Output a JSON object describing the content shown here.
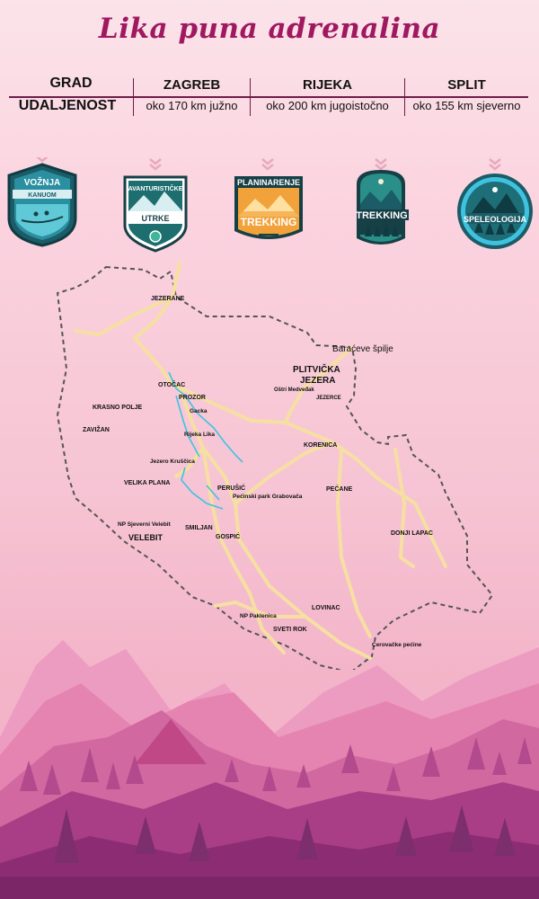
{
  "title": "Lika puna adrenalina",
  "distances": {
    "grad_label": "GRAD",
    "udaljenost_label": "UDALJENOST",
    "cities": [
      {
        "name": "ZAGREB",
        "distance": "oko 170 km južno"
      },
      {
        "name": "RIJEKA",
        "distance": "oko 200 km jugoistočno"
      },
      {
        "name": "SPLIT",
        "distance": "oko 155 km sjeverno"
      }
    ]
  },
  "activities": [
    {
      "line1": "VOŽNJA",
      "line2": "KANUOM",
      "icon": "canoe-icon"
    },
    {
      "line1": "AVANTURISTIČKE",
      "line2": "UTRKE",
      "icon": "compass-icon"
    },
    {
      "line1": "PLANINARENJE",
      "line2": "TREKKING",
      "icon": "mountain-icon"
    },
    {
      "line1": "TREKKING",
      "line2": "",
      "icon": "hiker-icon"
    },
    {
      "line1": "SPELEOLOGIJA",
      "line2": "",
      "icon": "cave-icon"
    }
  ],
  "colors": {
    "title": "#a0185f",
    "road": "#f6dfa2",
    "river": "#3fc2e0",
    "border": "#555555",
    "badge_teal": "#1b5c67",
    "badge_orange": "#f2a23a"
  },
  "map": {
    "places": [
      "JEZERANE",
      "Baraćeve špilje",
      "PLITVIČKA",
      "JEZERA",
      "Oštri Medveđak",
      "JEZERCE",
      "OTOČAC",
      "PROZOR",
      "KRASNO POLJE",
      "Gacka",
      "ZAVIŽAN",
      "Rijeka Lika",
      "KORENICA",
      "Jezero Kruščica",
      "VELIKA PLANA",
      "PERUŠIĆ",
      "Pećinski park Grabovača",
      "PEĆANE",
      "NP Sjeverni Velebit",
      "SMILJAN",
      "VELEBIT",
      "GOSPIĆ",
      "DONJI LAPAC",
      "LOVINAC",
      "NP Paklenica",
      "SVETI ROK",
      "Cerovačke pećine"
    ]
  }
}
